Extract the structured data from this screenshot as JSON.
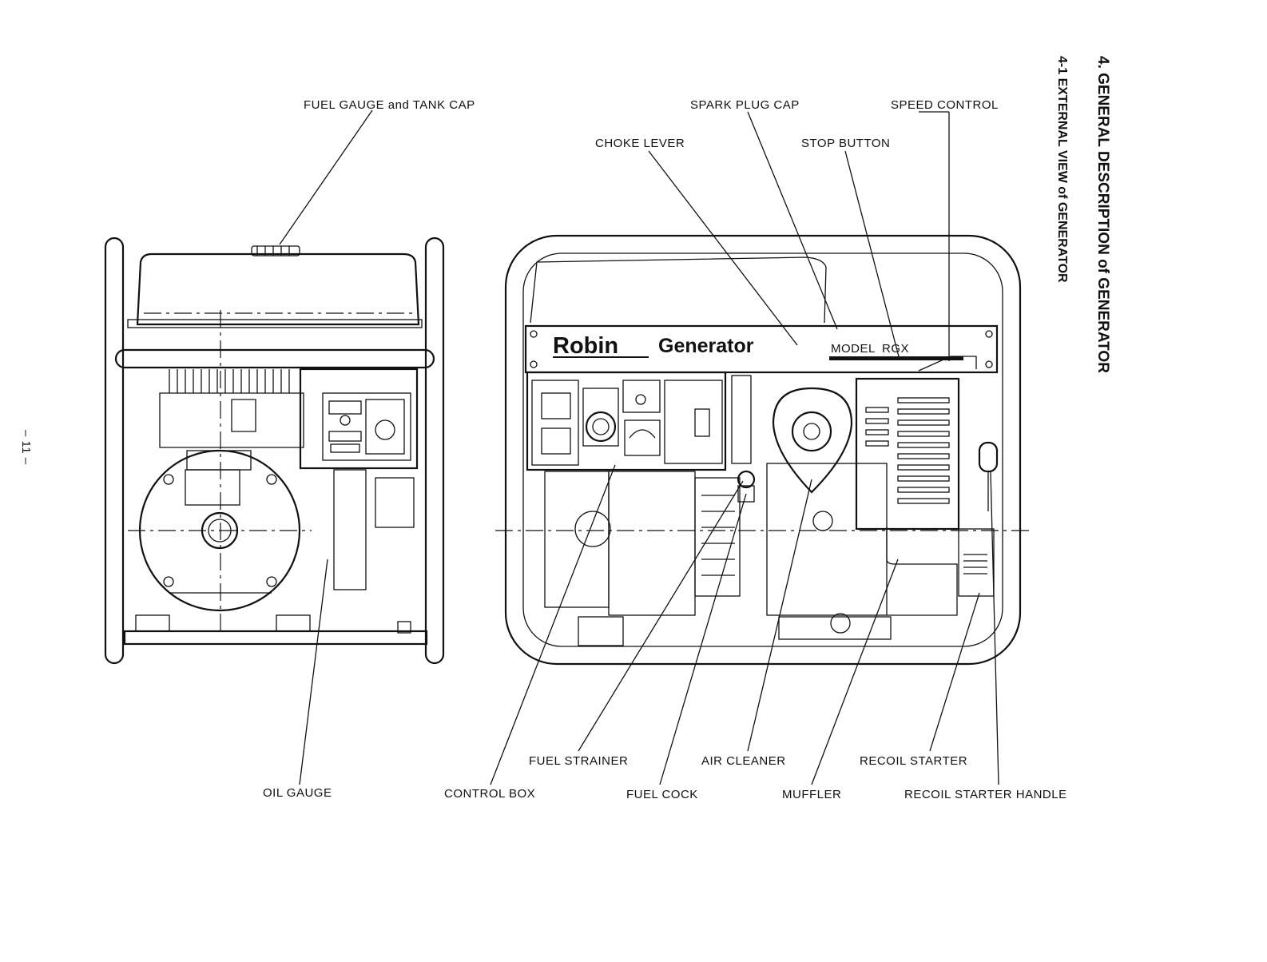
{
  "header": {
    "section": "4.  GENERAL DESCRIPTION of GENERATOR",
    "subsection": "4-1  EXTERNAL VIEW of GENERATOR"
  },
  "page_number": "– 11 –",
  "nameplate": {
    "brand": "Robin",
    "product": "Generator",
    "model_label": "MODEL",
    "model_value": "RGX"
  },
  "labels": {
    "fuel_gauge_tank_cap": "FUEL GAUGE and TANK CAP",
    "oil_gauge": "OIL GAUGE",
    "spark_plug_cap": "SPARK PLUG CAP",
    "speed_control": "SPEED CONTROL",
    "choke_lever": "CHOKE LEVER",
    "stop_button": "STOP BUTTON",
    "fuel_strainer": "FUEL STRAINER",
    "air_cleaner": "AIR CLEANER",
    "recoil_starter": "RECOIL STARTER",
    "control_box": "CONTROL BOX",
    "fuel_cock": "FUEL COCK",
    "muffler": "MUFFLER",
    "recoil_starter_handle": "RECOIL STARTER HANDLE"
  }
}
